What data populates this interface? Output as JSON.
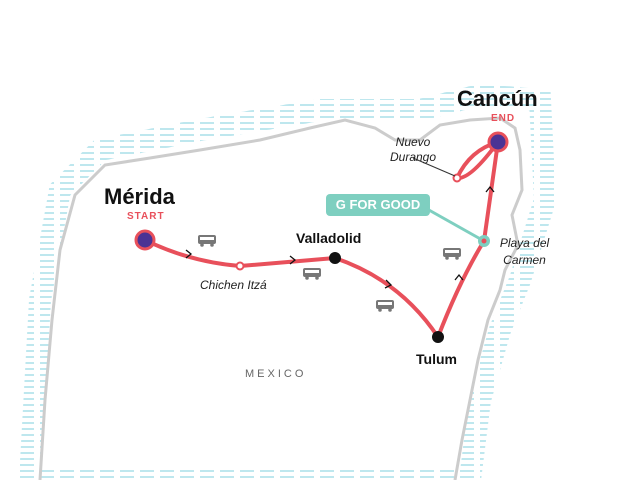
{
  "map": {
    "country_label": "MEXICO",
    "badge": "G FOR GOOD",
    "start": {
      "city": "Mérida",
      "tag": "START"
    },
    "end": {
      "city": "Cancún",
      "tag": "END"
    },
    "stops": [
      {
        "name": "Chichen Itzá",
        "type": "sightseeing"
      },
      {
        "name": "Valladolid",
        "type": "overnight"
      },
      {
        "name": "Tulum",
        "type": "overnight"
      },
      {
        "name": "Playa del Carmen",
        "type": "g-for-good"
      },
      {
        "name": "Nuevo Durango",
        "type": "sightseeing"
      }
    ],
    "colors": {
      "route": "#e8505b",
      "endpoint": "#4b3394",
      "badge": "#7ecfc0",
      "coast": "#cccccc",
      "water": "#9fdbe6"
    }
  }
}
